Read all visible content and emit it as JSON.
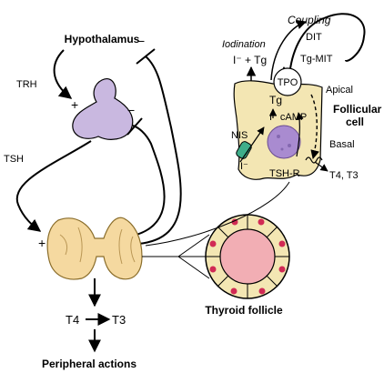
{
  "labels": {
    "hypothalamus": "Hypothalamus",
    "trh": "TRH",
    "tsh": "TSH",
    "plus_pituitary": "+",
    "plus_thyroid": "+",
    "minus_hypothalamus": "−",
    "minus_pituitary": "−",
    "coupling": "Coupling",
    "iodination": "Iodination",
    "dit": "DIT",
    "iodide_tg": "I⁻  + Tg",
    "tg_mit": "Tg-MIT",
    "tpo": "TPO",
    "tg": "Tg",
    "apical": "Apical",
    "follicular_cell_1": "Follicular",
    "follicular_cell_2": "cell",
    "iodide_camp": "I⁻  cAMP",
    "nis": "NIS",
    "basal": "Basal",
    "iodide_in": "I⁻",
    "tsh_r": "TSH-R",
    "t4_t3_secreted": "T4, T3",
    "thyroid_follicle": "Thyroid follicle",
    "t4": "T4",
    "t3": "T3",
    "peripheral_actions": "Peripheral actions"
  },
  "colors": {
    "pituitary": "#c9b8e0",
    "thyroid": "#f5d9a0",
    "follicular_cell": "#f3e6b3",
    "colloid": "#f2aeb4",
    "nucleus": "#a98bd0",
    "nis_transporter": "#3fae8a",
    "colloid_droplet": "#d12a55"
  }
}
